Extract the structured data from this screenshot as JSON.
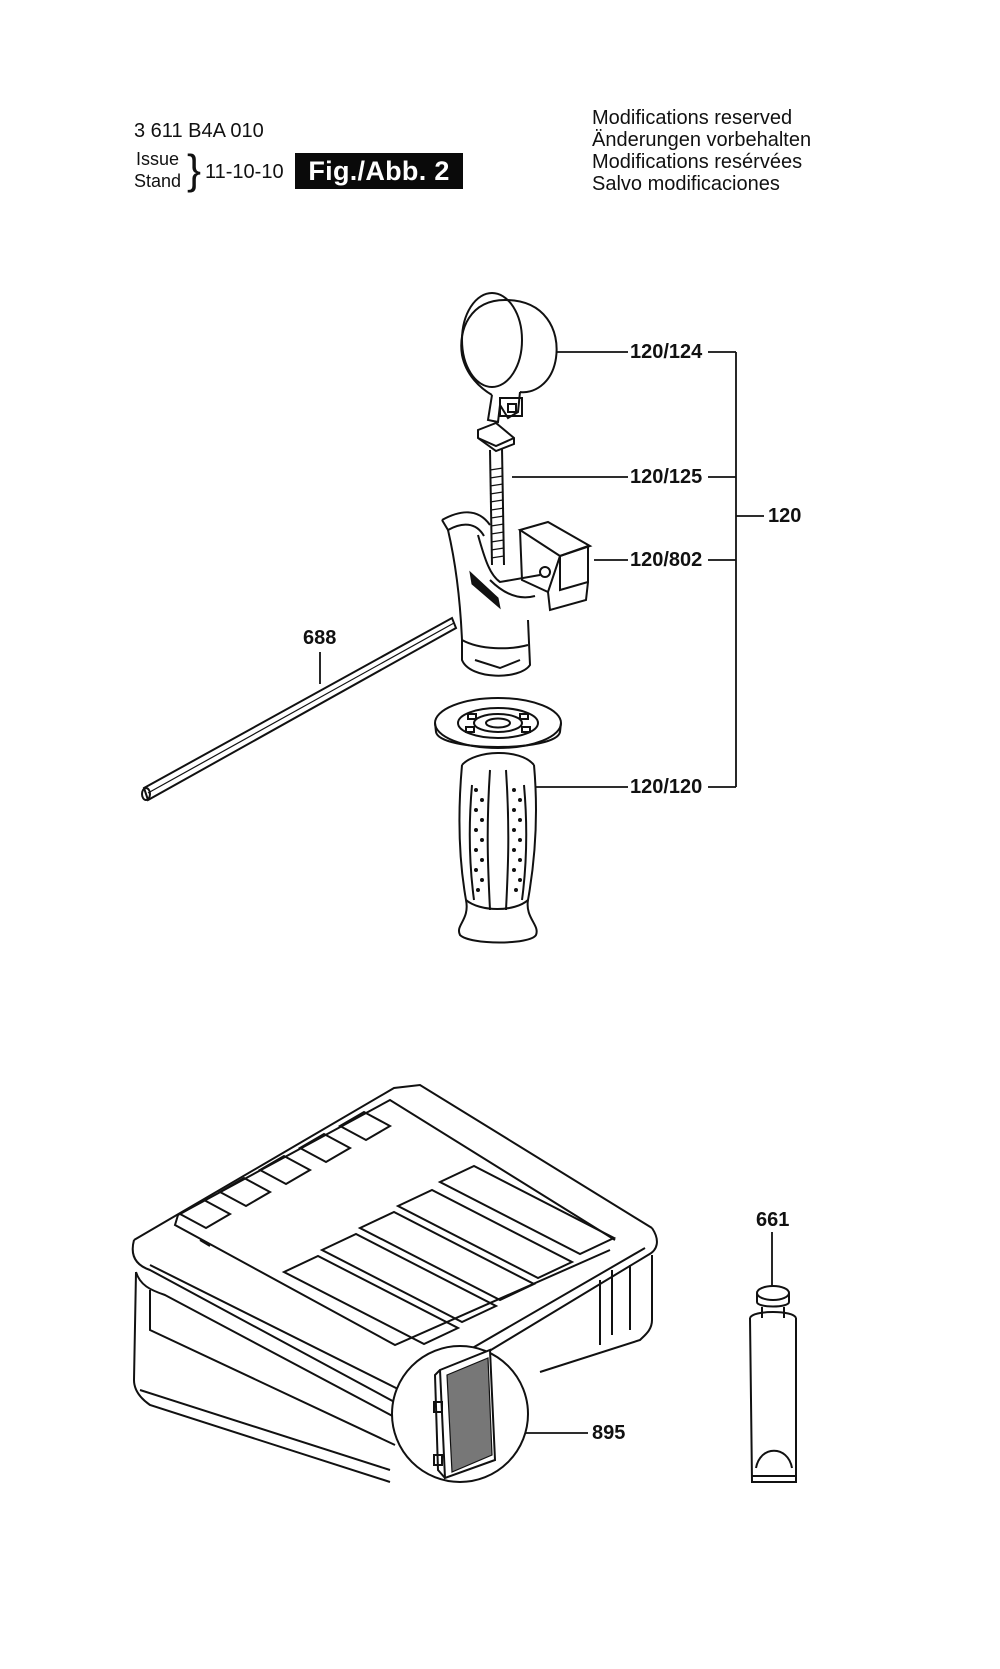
{
  "header": {
    "part_code": "3 611 B4A 010",
    "issue_label": "Issue",
    "stand_label": "Stand",
    "issue_date": "11-10-10",
    "figure_label": "Fig./Abb. 2",
    "modifications": [
      "Modifications reserved",
      "Änderungen vorbehalten",
      "Modifications resérvées",
      "Salvo modificaciones"
    ]
  },
  "callouts": {
    "p120_124": "120/124",
    "p120_125": "120/125",
    "p120_802": "120/802",
    "p120": "120",
    "p120_120": "120/120",
    "p688": "688",
    "p661": "661",
    "p895": "895"
  }
}
